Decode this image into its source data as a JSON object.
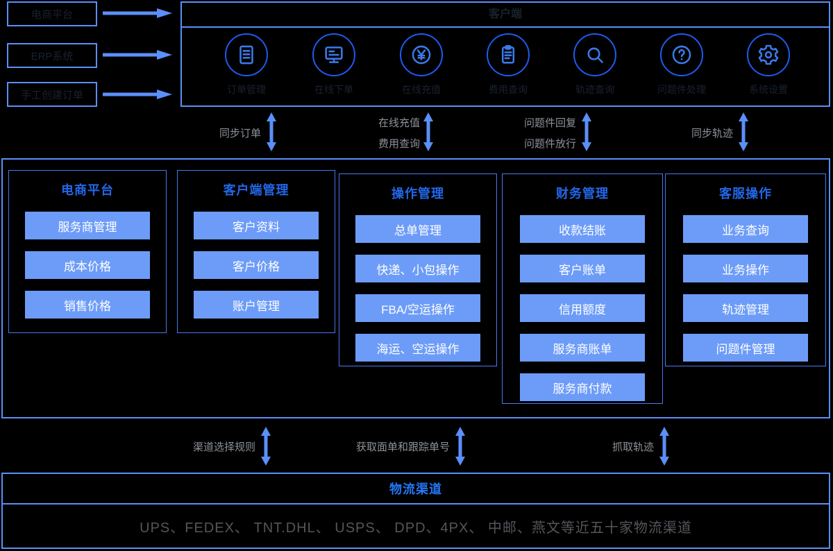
{
  "palette": {
    "border_blue": "#5B8FF9",
    "icon_ring_blue": "#1D5CF0",
    "icon_glyph_blue": "#3B79E8",
    "button_blue": "#6D9CF8",
    "column_header_blue": "#2367E8",
    "channel_title_blue": "#2377F6",
    "gray_label": "#8D9298",
    "carrier_gray": "#53565B",
    "dark_text_on_black": "#1A212E",
    "button_text": "#FFFFFF",
    "background": "#000000"
  },
  "sources": {
    "items": [
      {
        "label": "电商平台"
      },
      {
        "label": "ERP系统"
      },
      {
        "label": "手工创建订单"
      }
    ]
  },
  "client_panel": {
    "title": "客户端",
    "modules": [
      {
        "icon": "order-list-icon",
        "label": "订单管理"
      },
      {
        "icon": "monitor-icon",
        "label": "在线下单"
      },
      {
        "icon": "yuan-icon",
        "label": "在线充值"
      },
      {
        "icon": "clipboard-icon",
        "label": "费用查询"
      },
      {
        "icon": "search-icon",
        "label": "轨迹查询"
      },
      {
        "icon": "question-icon",
        "label": "问题件处理"
      },
      {
        "icon": "gear-icon",
        "label": "系统设置"
      }
    ]
  },
  "sync_links_top": [
    {
      "lines": [
        "同步订单"
      ]
    },
    {
      "lines": [
        "在线充值",
        "费用查询"
      ]
    },
    {
      "lines": [
        "问题件回复",
        "问题件放行"
      ]
    },
    {
      "lines": [
        "同步轨迹"
      ]
    }
  ],
  "system_panel": {
    "columns": [
      {
        "title": "电商平台",
        "items": [
          "服务商管理",
          "成本价格",
          "销售价格"
        ]
      },
      {
        "title": "客户端管理",
        "items": [
          "客户资料",
          "客户价格",
          "账户管理"
        ]
      },
      {
        "title": "操作管理",
        "items": [
          "总单管理",
          "快递、小包操作",
          "FBA/空运操作",
          "海运、空运操作"
        ]
      },
      {
        "title": "财务管理",
        "items": [
          "收款结账",
          "客户账单",
          "信用额度",
          "服务商账单",
          "服务商付款"
        ]
      },
      {
        "title": "客服操作",
        "items": [
          "业务查询",
          "业务操作",
          "轨迹管理",
          "问题件管理"
        ]
      }
    ]
  },
  "sync_links_bottom": [
    {
      "label": "渠道选择规则"
    },
    {
      "label": "获取面单和跟踪单号"
    },
    {
      "label": "抓取轨迹"
    }
  ],
  "channels": {
    "title": "物流渠道",
    "carriers": "UPS、FEDEX、 TNT.DHL、 USPS、 DPD、4PX、 中邮、燕文等近五十家物流渠道"
  }
}
